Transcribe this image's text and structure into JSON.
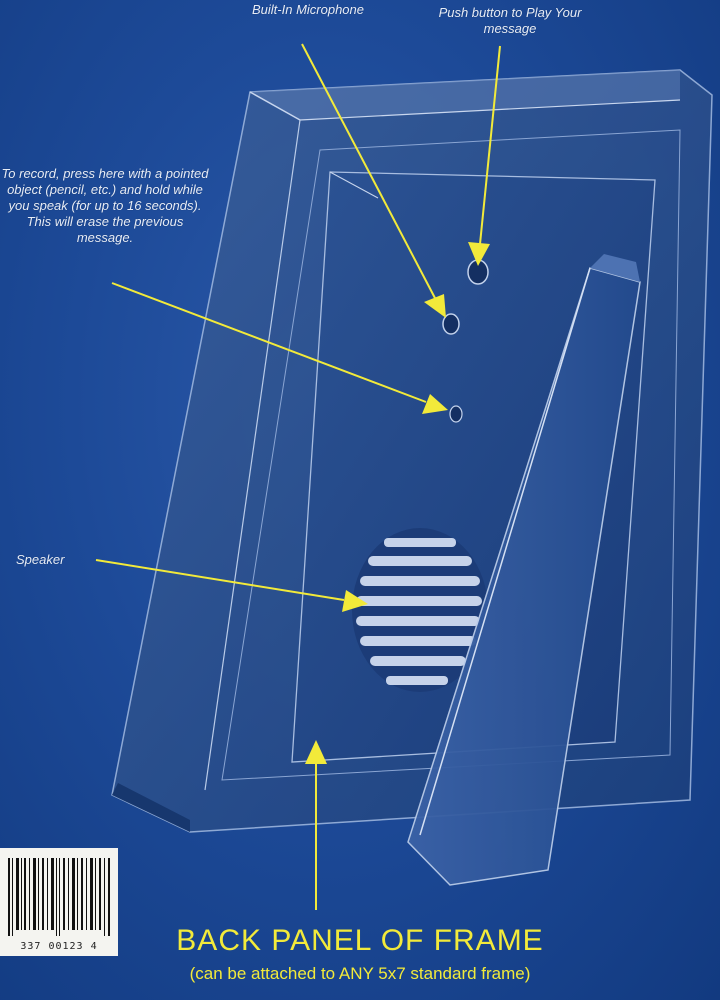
{
  "labels": {
    "microphone": "Built-In Microphone",
    "play": "Push button to Play Your message",
    "record": "To record, press here with a pointed object (pencil, etc.) and hold while you speak (for up to 16 seconds). This will erase the previous message.",
    "speaker": "Speaker"
  },
  "footer": {
    "title": "BACK PANEL OF FRAME",
    "subtitle": "(can be attached to ANY 5x7 standard frame)"
  },
  "barcode": {
    "digits": "337 00123 4"
  },
  "colors": {
    "background": "#1d4a98",
    "arrow": "#f2ea3a",
    "label_text": "#e6ecf7"
  }
}
